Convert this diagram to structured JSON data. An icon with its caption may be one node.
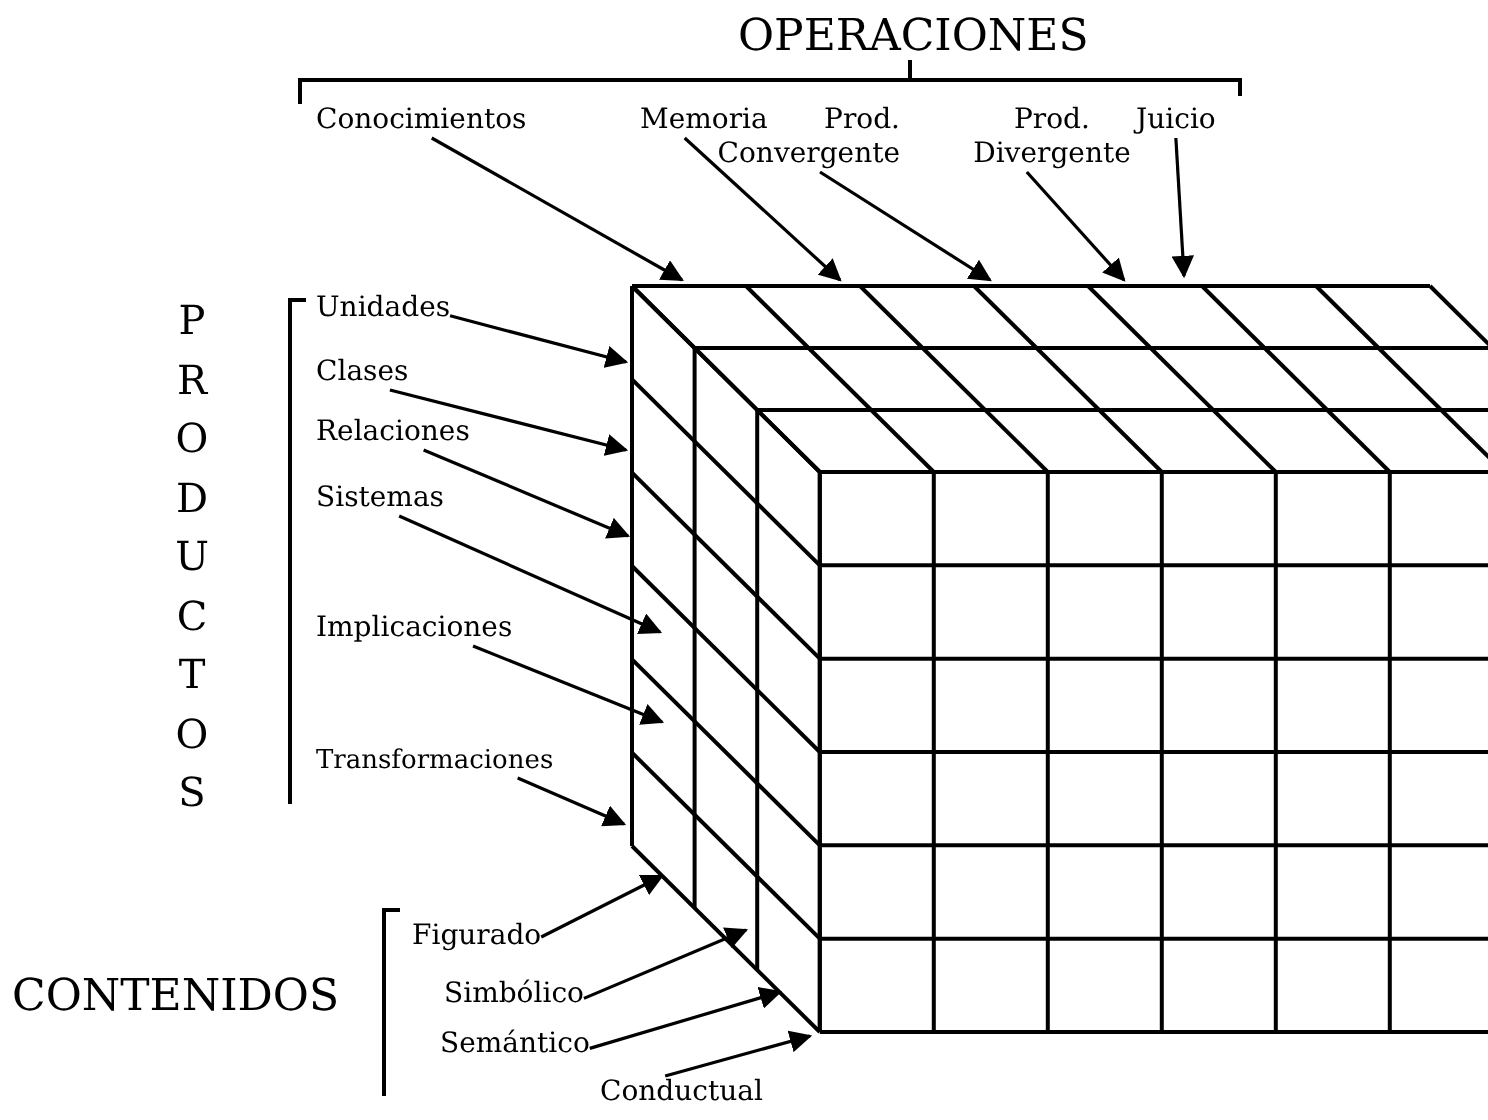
{
  "diagram": {
    "nodes": [
      {
        "text": [
          "Conocimientos"
        ]
      },
      {
        "text": [
          "Memoria"
        ]
      },
      {
        "text": [
          "Prod. Convergente"
        ]
      },
      {
        "text": [
          "Prod. Divergente"
        ]
      },
      {
        "text": [
          "Juicio"
        ]
      },
      {
        "text": [
          "Unidades"
        ]
      },
      {
        "text": [
          "Clases"
        ]
      },
      {
        "text": [
          "Relaciones"
        ]
      },
      {
        "text": [
          "Sistemas"
        ]
      },
      {
        "text": [
          "Implicaciones"
        ]
      },
      {
        "text": [
          "Transformaciones"
        ]
      },
      {
        "text": [
          "Figurado"
        ]
      },
      {
        "text": [
          "Simbólico"
        ]
      },
      {
        "text": [
          "Semántico"
        ]
      },
      {
        "text": [
          "Conductual"
        ]
      }
    ],
    "edges": [
      {
        "from": 0,
        "to": null,
        "arrow": "to"
      },
      {
        "from": 1,
        "to": null,
        "arrow": "to"
      },
      {
        "from": 2,
        "to": null,
        "arrow": "to"
      },
      {
        "from": 3,
        "to": null,
        "arrow": "to"
      },
      {
        "from": 4,
        "to": null,
        "arrow": "to"
      },
      {
        "from": 5,
        "to": null,
        "arrow": "to"
      },
      {
        "from": 6,
        "to": null,
        "arrow": "to"
      },
      {
        "from": 7,
        "to": null,
        "arrow": "to"
      },
      {
        "from": 8,
        "to": null,
        "arrow": "to"
      },
      {
        "from": 9,
        "to": null,
        "arrow": "to"
      },
      {
        "from": 10,
        "to": null,
        "arrow": "to"
      },
      {
        "from": 11,
        "to": null,
        "arrow": "to"
      },
      {
        "from": 12,
        "to": null,
        "arrow": "to"
      },
      {
        "from": 13,
        "to": null,
        "arrow": "to"
      },
      {
        "from": 14,
        "to": null,
        "arrow": "to"
      }
    ],
    "labels": [
      "OPERACIONES",
      "PRODUCTOS",
      "CONTENIDOS"
    ]
  }
}
